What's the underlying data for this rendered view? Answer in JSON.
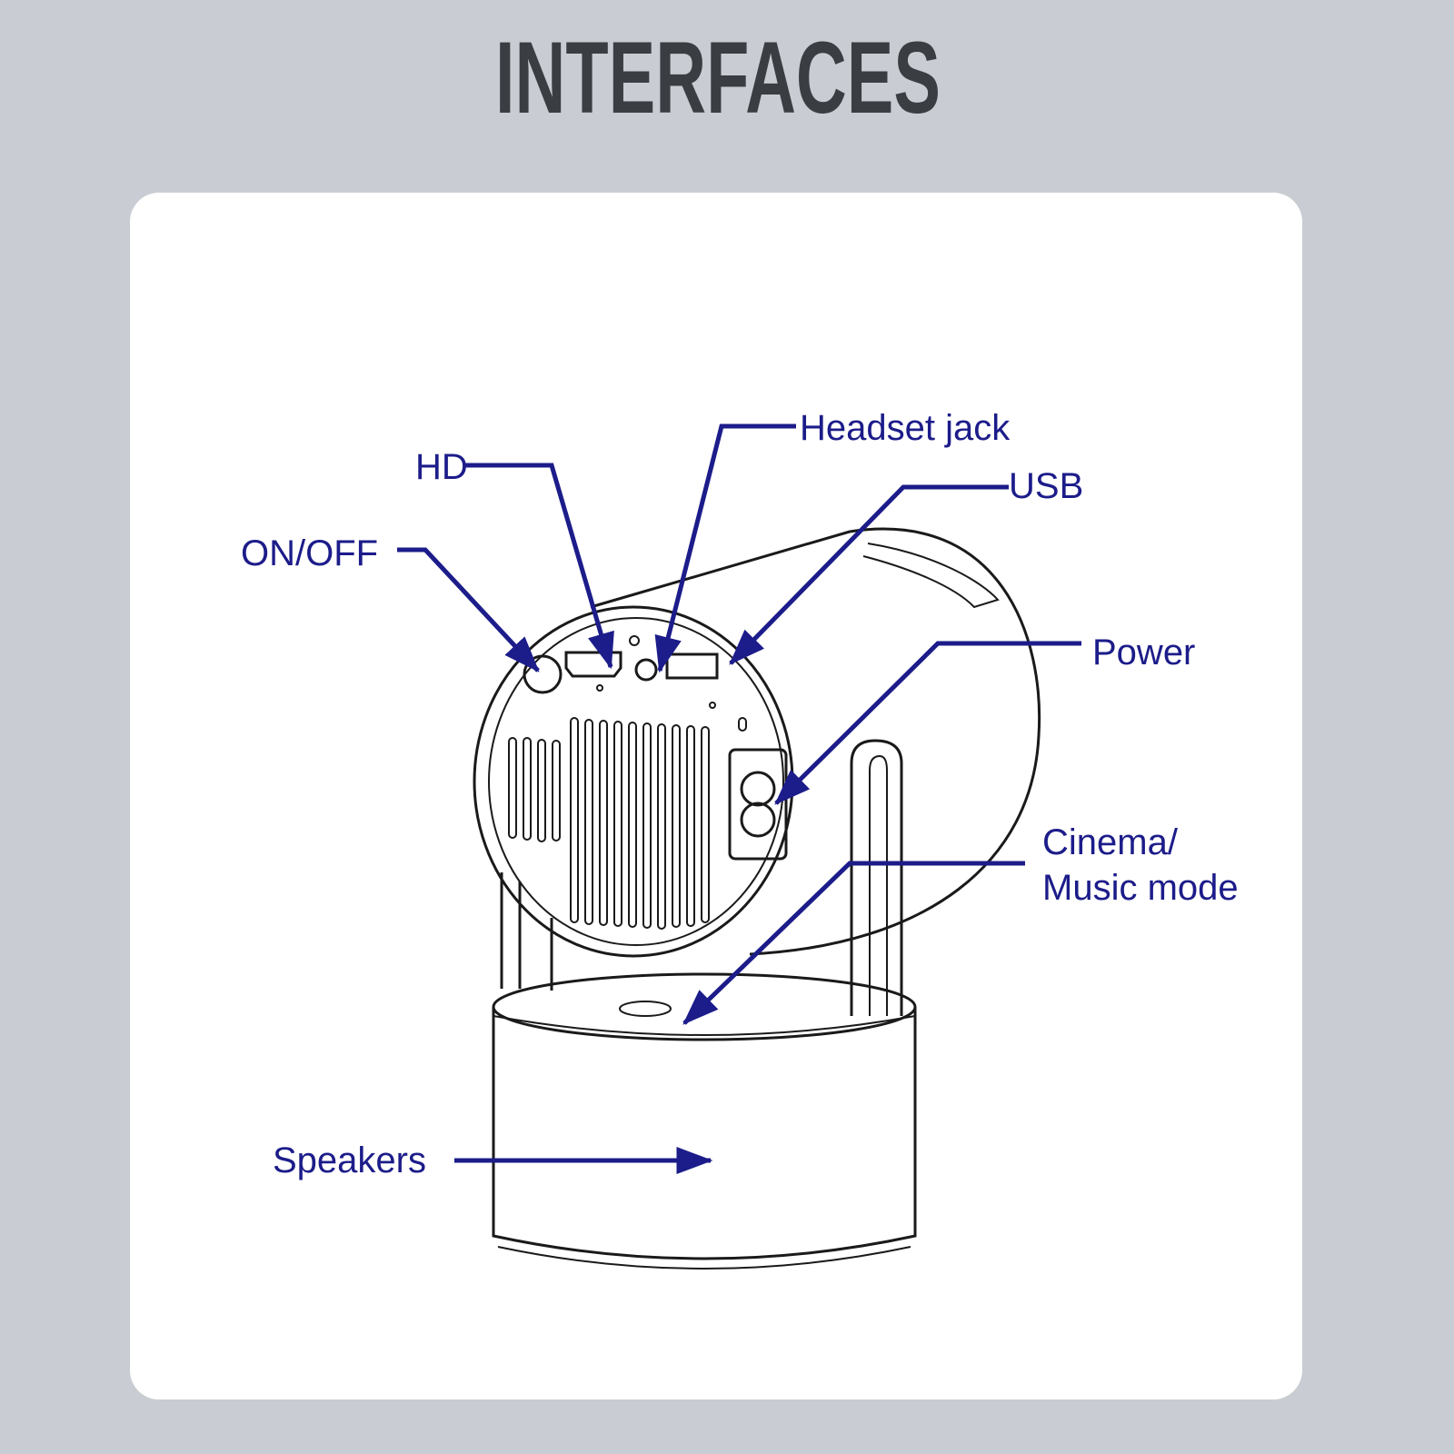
{
  "title": "INTERFACES",
  "labels": {
    "on_off": "ON/OFF",
    "hd": "HD",
    "headset": "Headset jack",
    "usb": "USB",
    "power": "Power",
    "cinema_line1": "Cinema/",
    "cinema_line2": "Music mode",
    "speakers": "Speakers"
  },
  "colors": {
    "background": "#c9cdd3",
    "title": "#3a3d42",
    "label": "#1c1c8a"
  }
}
